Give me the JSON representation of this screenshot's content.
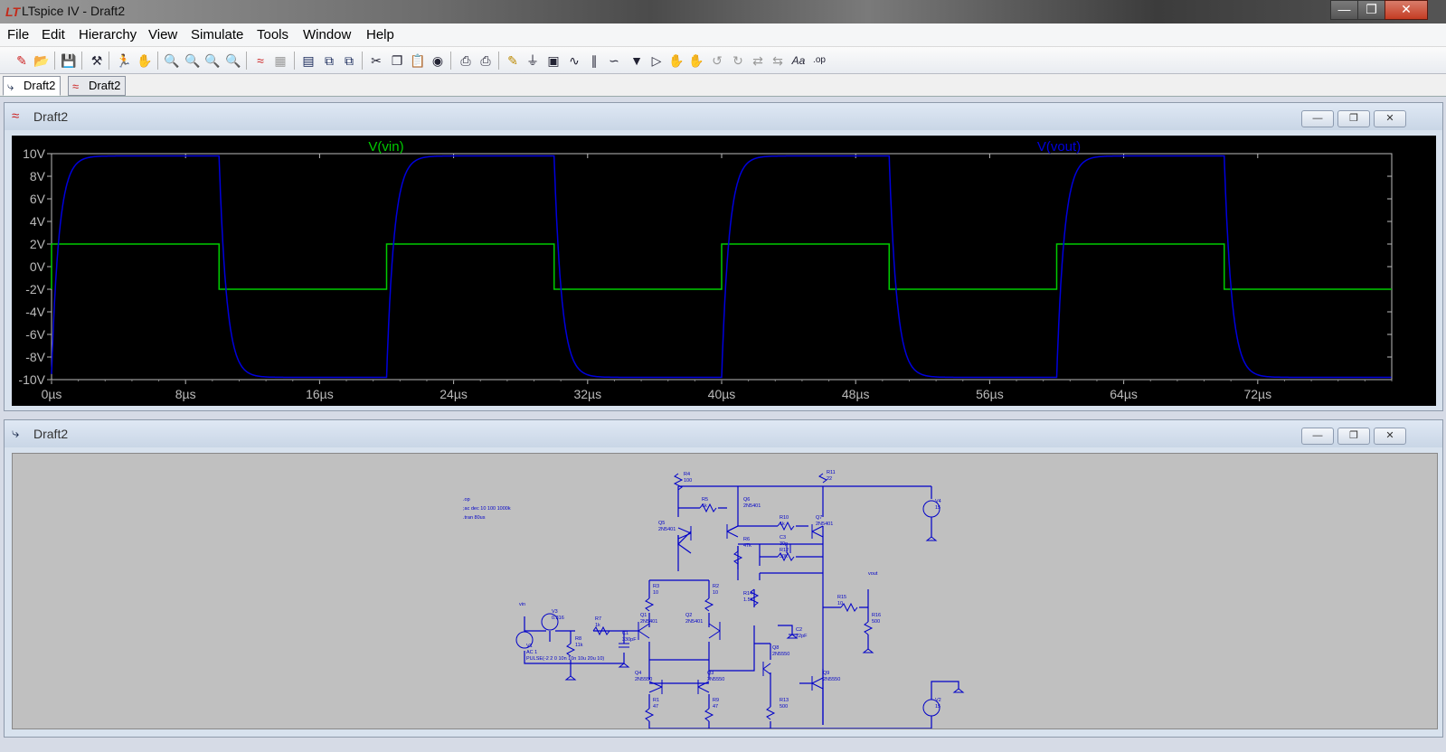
{
  "window": {
    "title": "LTspice IV - Draft2"
  },
  "menu": [
    "File",
    "Edit",
    "Hierarchy",
    "View",
    "Simulate",
    "Tools",
    "Window",
    "Help"
  ],
  "tabs": [
    {
      "label": "Draft2",
      "icon": "schematic-icon",
      "active": true
    },
    {
      "label": "Draft2",
      "icon": "waveform-icon",
      "active": false
    }
  ],
  "waveform_panel": {
    "title": "Draft2"
  },
  "schematic_panel": {
    "title": "Draft2"
  },
  "colors": {
    "vin": "#00cc00",
    "vout": "#0000dd",
    "plot_bg": "#000000",
    "schematic_bg": "#c0c0c0",
    "wire": "#0000c8"
  },
  "chart_data": {
    "type": "line",
    "series": [
      {
        "name": "V(vin)",
        "color": "#00cc00",
        "shape": "square",
        "period_us": 20,
        "high": 2,
        "low": -2
      },
      {
        "name": "V(vout)",
        "color": "#0000dd",
        "shape": "square-with-rounded-edges",
        "period_us": 20,
        "high": 9.8,
        "low": -9.8
      }
    ],
    "x_ticks": [
      "0µs",
      "8µs",
      "16µs",
      "24µs",
      "32µs",
      "40µs",
      "48µs",
      "56µs",
      "64µs",
      "72µs"
    ],
    "y_ticks": [
      "10V",
      "8V",
      "6V",
      "4V",
      "2V",
      "0V",
      "-2V",
      "-4V",
      "-6V",
      "-8V",
      "-10V"
    ],
    "xlim": [
      0,
      80
    ],
    "ylim": [
      -10,
      10
    ],
    "grid": false
  },
  "schematic": {
    "directives": [
      ".op",
      ";ac dec 10 100 1000k",
      ".tran 80us"
    ],
    "components": [
      {
        "ref": "R4",
        "value": "100"
      },
      {
        "ref": "R5",
        "value": "1k"
      },
      {
        "ref": "Q6",
        "model": "2N5401"
      },
      {
        "ref": "Q5",
        "model": "2N5401"
      },
      {
        "ref": "R6",
        "value": "47k"
      },
      {
        "ref": "R10",
        "value": "1k"
      },
      {
        "ref": "Q7",
        "model": "2N5401"
      },
      {
        "ref": "R11",
        "value": "22"
      },
      {
        "ref": "C3",
        "value": "30p"
      },
      {
        "ref": "R12",
        "value": "30k"
      },
      {
        "ref": "R14",
        "value": "1.5k"
      },
      {
        "ref": "R15",
        "value": "10"
      },
      {
        "ref": "R16",
        "value": "500"
      },
      {
        "ref": "R3",
        "value": "10"
      },
      {
        "ref": "Q1",
        "model": "2N5401"
      },
      {
        "ref": "R2",
        "value": "10"
      },
      {
        "ref": "Q2",
        "model": "2N5401"
      },
      {
        "ref": "C2",
        "value": "22pF"
      },
      {
        "ref": "Q8",
        "model": "2N5550"
      },
      {
        "ref": "V3",
        "value": "0.316"
      },
      {
        "ref": "R7",
        "value": "1k"
      },
      {
        "ref": "R8",
        "value": "11k"
      },
      {
        "ref": "C1",
        "value": "330pF"
      },
      {
        "ref": "V1",
        "value": "AC 1"
      },
      {
        "ref": "Q4",
        "model": "2N5550"
      },
      {
        "ref": "Q3",
        "model": "2N5550"
      },
      {
        "ref": "Q9",
        "model": "2N5550"
      },
      {
        "ref": "R1",
        "value": "47"
      },
      {
        "ref": "R9",
        "value": "47"
      },
      {
        "ref": "R13",
        "value": "500"
      },
      {
        "ref": "V4",
        "value": "15"
      },
      {
        "ref": "V2",
        "value": "15"
      }
    ],
    "labels": {
      "vin": "vin",
      "vout": "vout",
      "pulse": "PULSE(-2 2 0 10n 10n 10u 20u 10)"
    }
  }
}
